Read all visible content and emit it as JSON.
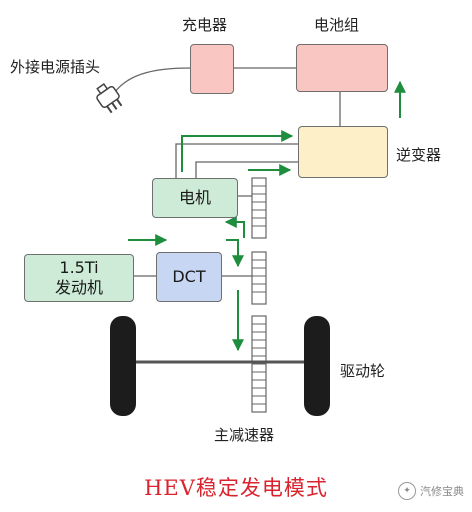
{
  "labels": {
    "charger": "充电器",
    "battery_pack": "电池组",
    "external_plug": "外接电源插头",
    "inverter": "逆变器",
    "motor": "电机",
    "engine_line1": "1.5Ti",
    "engine_line2": "发动机",
    "dct": "DCT",
    "drive_wheel": "驱动轮",
    "final_drive": "主减速器"
  },
  "caption": "HEV稳定发电模式",
  "watermark": "汽修宝典",
  "colors": {
    "charger_fill": "#f9c6c2",
    "battery_fill": "#f9c6c2",
    "inverter_fill": "#fdf0c8",
    "motor_fill": "#cdebd6",
    "engine_fill": "#cdebd6",
    "dct_fill": "#c7d6f2",
    "flow_arrow": "#1e8e3e",
    "caption": "#d9232e"
  }
}
